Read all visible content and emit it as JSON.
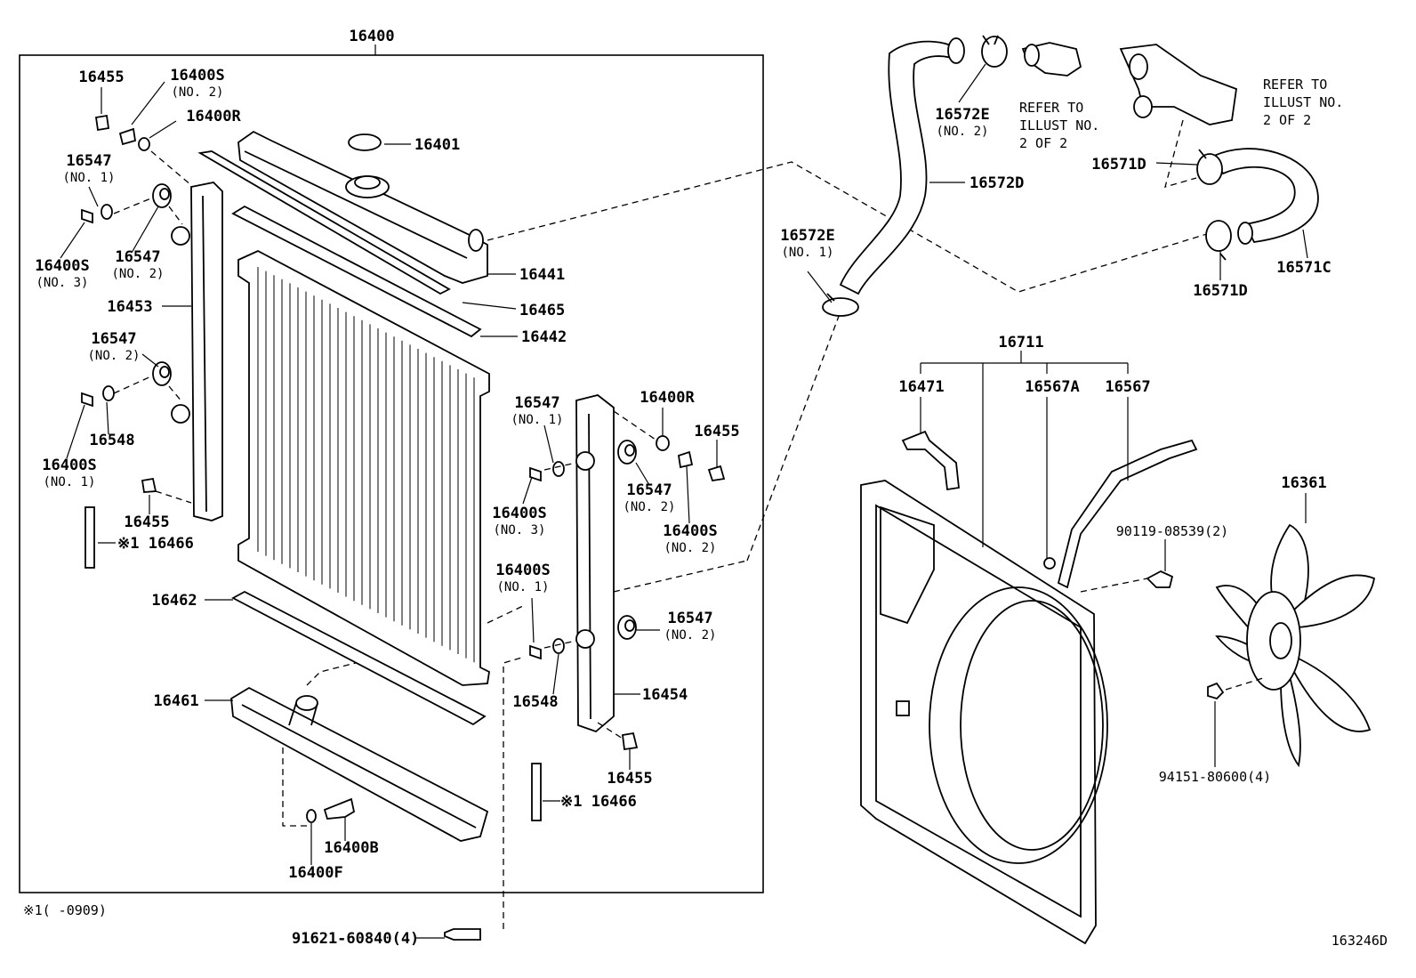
{
  "labels": {
    "p16400": "16400",
    "p16455_a": "16455",
    "p16400S_a": "16400S",
    "p16400S_a_no": "(NO. 2)",
    "p16400R_a": "16400R",
    "p16401": "16401",
    "p16547_a": "16547",
    "p16547_a_no": "(NO. 1)",
    "p16400S_b": "16400S",
    "p16400S_b_no": "(NO. 3)",
    "p16547_b": "16547",
    "p16547_b_no": "(NO. 2)",
    "p16441": "16441",
    "p16465": "16465",
    "p16453": "16453",
    "p16442": "16442",
    "p16547_c": "16547",
    "p16547_c_no": "(NO. 2)",
    "p16548_a": "16548",
    "p16400S_c": "16400S",
    "p16400S_c_no": "(NO. 1)",
    "p16455_b": "16455",
    "p16466_a": "※1 16466",
    "p16462": "16462",
    "p16461": "16461",
    "p16400B": "16400B",
    "p16400F": "16400F",
    "p16547_d": "16547",
    "p16547_d_no": "(NO. 1)",
    "p16400R_b": "16400R",
    "p16455_c": "16455",
    "p16547_e": "16547",
    "p16547_e_no": "(NO. 2)",
    "p16400S_d": "16400S",
    "p16400S_d_no": "(NO. 3)",
    "p16400S_e": "16400S",
    "p16400S_e_no": "(NO. 2)",
    "p16400S_f": "16400S",
    "p16400S_f_no": "(NO. 1)",
    "p16547_f": "16547",
    "p16547_f_no": "(NO. 2)",
    "p16548_b": "16548",
    "p16454": "16454",
    "p16455_d": "16455",
    "p16466_b": "※1 16466",
    "footnote": "※1(    -0909)",
    "p91621": "91621-60840(4)",
    "p16572E_a": "16572E",
    "p16572E_a_no": "(NO. 2)",
    "refer_a_1": "REFER TO",
    "refer_a_2": "ILLUST NO.",
    "refer_a_3": "2 OF 2",
    "refer_b_1": "REFER TO",
    "refer_b_2": "ILLUST NO.",
    "refer_b_3": "2 OF 2",
    "p16571D_a": "16571D",
    "p16572D": "16572D",
    "p16572E_b": "16572E",
    "p16572E_b_no": "(NO. 1)",
    "p16571C": "16571C",
    "p16571D_b": "16571D",
    "p16711": "16711",
    "p16471": "16471",
    "p16567A": "16567A",
    "p16567": "16567",
    "p16361": "16361",
    "p90119": "90119-08539(2)",
    "p94151": "94151-80600(4)",
    "diagram_id": "163246D"
  }
}
